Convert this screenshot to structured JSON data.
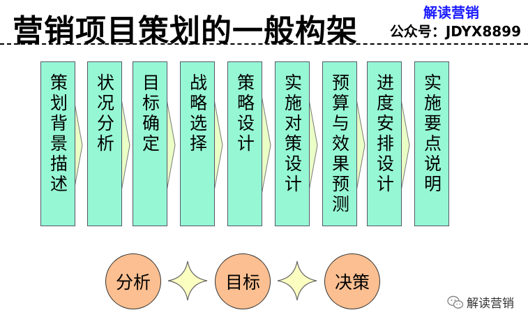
{
  "title": "营销项目策划的一般构架",
  "brand": {
    "name": "解读营销",
    "id": "公众号：JDYX8899"
  },
  "steps": [
    {
      "label": "策划背景描述"
    },
    {
      "label": "状况分析"
    },
    {
      "label": "目标确定"
    },
    {
      "label": "战略选择"
    },
    {
      "label": "策略设计"
    },
    {
      "label": "实施对策设计"
    },
    {
      "label": "预算与效果预测"
    },
    {
      "label": "进度安排设计"
    },
    {
      "label": "实施要点说明"
    }
  ],
  "stages": [
    {
      "label": "分析"
    },
    {
      "label": "目标"
    },
    {
      "label": "决策"
    }
  ],
  "watermark": {
    "text": "解读营销",
    "icon": "wechat-icon"
  },
  "colors": {
    "step_fill": "#96f7d5",
    "arrow_fill": "#eaffc6",
    "circle_fill": "#fbbf91",
    "star_fill": "#fbffc0",
    "brand_text": "#1a1aff"
  }
}
